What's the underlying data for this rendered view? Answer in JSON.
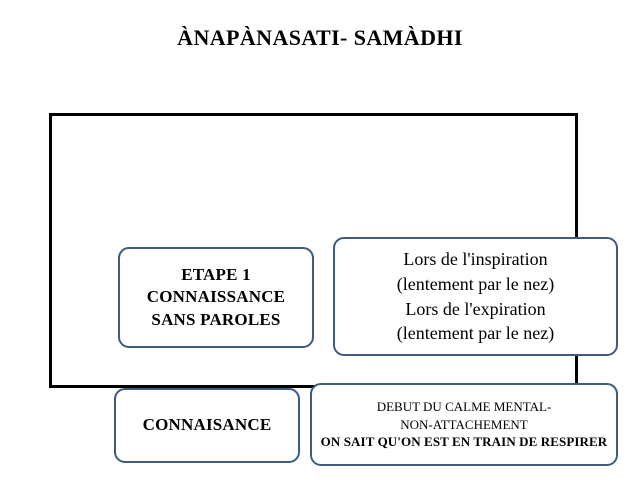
{
  "page": {
    "title": "ÀNAPÀNASATI- SAMÀDHI",
    "background_color": "#ffffff",
    "text_color": "#000000"
  },
  "frame": {
    "border_color": "#000000"
  },
  "boxes": {
    "border_color": "#3d5a80",
    "fill_color": "#ffffff",
    "etape": {
      "text": "ETAPE 1\nCONNAISSANCE\nSANS PAROLES",
      "lines": [
        "ETAPE 1",
        "CONNAISSANCE",
        "SANS PAROLES"
      ]
    },
    "breath": {
      "text": "Lors de l'inspiration\n(lentement par le nez)\nLors de l'expiration\n(lentement par le nez)",
      "lines": [
        "Lors de l'inspiration",
        "(lentement par le nez)",
        "Lors de l'expiration",
        "(lentement par le nez)"
      ]
    },
    "connaisance": {
      "text": "CONNAISANCE"
    },
    "calme": {
      "regular_text": "DEBUT DU CALME MENTAL-\nNON-ATTACHEMENT",
      "bold_text": "ON SAIT QU'ON EST EN TRAIN DE RESPIRER",
      "lines": [
        "DEBUT DU CALME MENTAL-",
        "NON-ATTACHEMENT",
        "ON SAIT QU'ON EST EN TRAIN DE",
        "RESPIRER"
      ]
    }
  }
}
